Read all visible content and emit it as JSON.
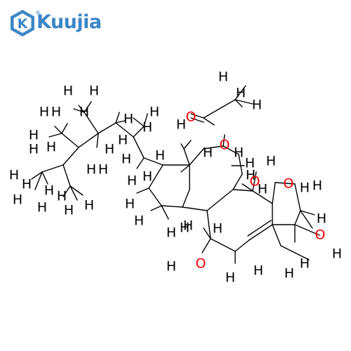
{
  "logo": {
    "brand": "Kuujia",
    "mark": "K",
    "registered": "®",
    "color": "#3d86c6"
  },
  "colors": {
    "bond": "#000000",
    "hydrogen": "#000000",
    "oxygen": "#ff0000",
    "background": "#ffffff"
  },
  "atom_labels": {
    "hydrogen": "H",
    "oxygen": "O"
  }
}
